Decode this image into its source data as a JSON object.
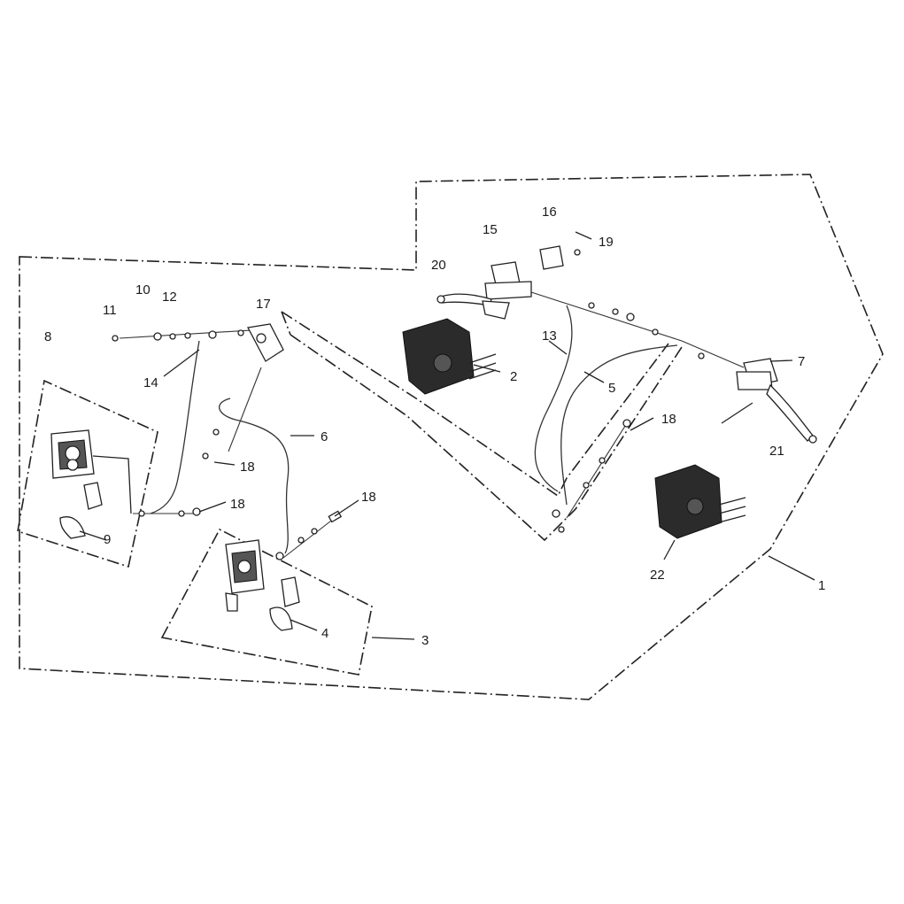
{
  "callouts": {
    "c1": "1",
    "c2": "2",
    "c3": "3",
    "c4": "4",
    "c5": "5",
    "c6": "6",
    "c7": "7",
    "c8": "8",
    "c9": "9",
    "c10": "10",
    "c11": "11",
    "c12": "12",
    "c13": "13",
    "c14": "14",
    "c15": "15",
    "c16": "16",
    "c17": "17",
    "c18a": "18",
    "c18b": "18",
    "c18c": "18",
    "c18d": "18",
    "c19": "19",
    "c20": "20",
    "c21": "21",
    "c22": "22"
  },
  "colors": {
    "line": "#222222",
    "part_fill": "#2b2b2b",
    "background": "#ffffff"
  }
}
